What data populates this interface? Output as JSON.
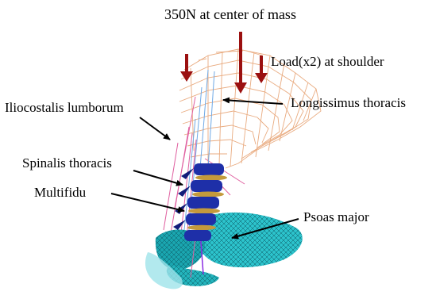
{
  "labels": {
    "center_mass": "350N at center of mass",
    "shoulder_load": "Load(x2) at shoulder",
    "iliocostalis": "Iliocostalis lumborum",
    "longissimus": "Longissimus thoracis",
    "spinalis": "Spinalis thoracis",
    "multifidu": "Multifidu",
    "psoas": "Psoas major"
  },
  "colors": {
    "load_arrow": "#9b1010",
    "pointer_arrow": "#000000",
    "ribcage_wire": "#e8a77a",
    "vertebra": "#1e2fa8",
    "disc": "#c49a3c",
    "pelvis": "#1aa6b0",
    "pelvis_mesh": "#0c5560",
    "muscle_pink": "#e060a0",
    "muscle_blue": "#6fa9e6"
  }
}
